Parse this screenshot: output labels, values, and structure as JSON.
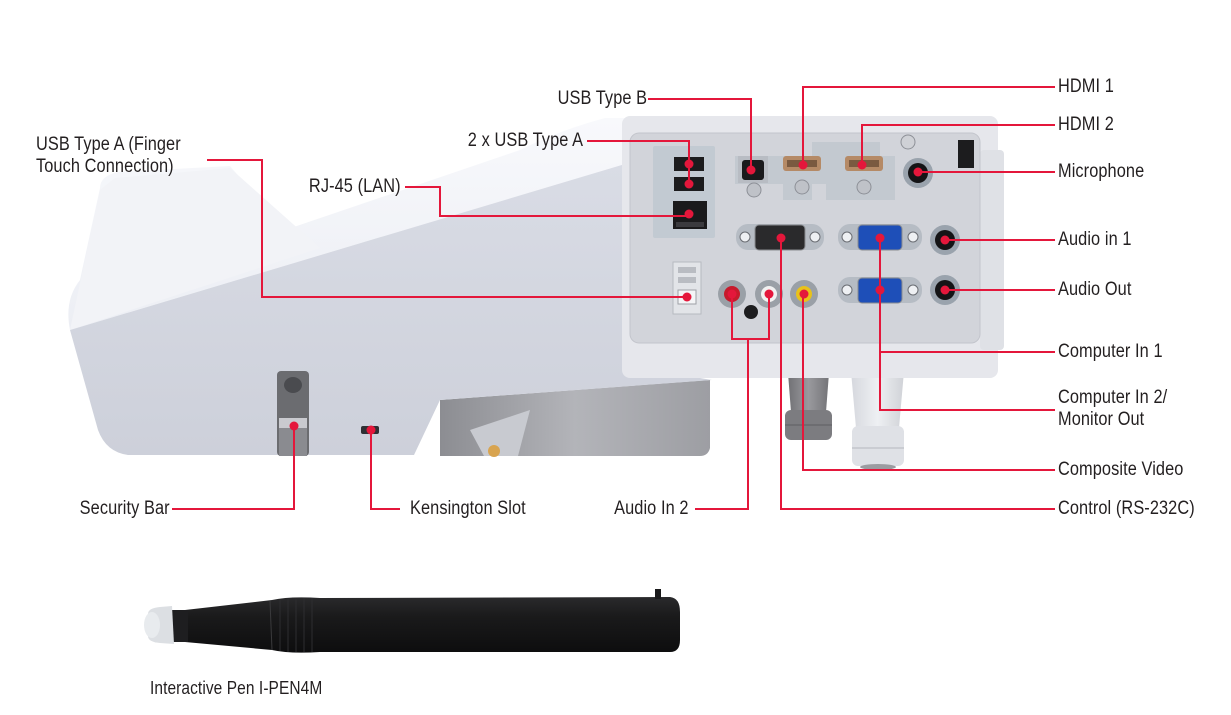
{
  "figure": {
    "title": "Projector rear connectivity panel and accessories",
    "leader_color": "#e4173b",
    "callouts_top_left": {
      "usb_type_b": "USB Type B",
      "usb_type_a_x2": "2 x USB Type A",
      "usb_type_a_finger_line1": "USB Type A (Finger",
      "usb_type_a_finger_line2": "Touch Connection)",
      "rj45_lan": "RJ-45 (LAN)"
    },
    "callouts_right": {
      "hdmi1": "HDMI 1",
      "hdmi2": "HDMI 2",
      "microphone": "Microphone",
      "audio_in_1": "Audio in 1",
      "audio_out": "Audio Out",
      "computer_in_1": "Computer In 1",
      "computer_in_2_line1": "Computer In 2/",
      "computer_in_2_line2": "Monitor Out",
      "composite_video": "Composite Video",
      "control_rs232c": "Control (RS-232C)"
    },
    "callouts_bottom": {
      "security_bar": "Security Bar",
      "kensington_slot": "Kensington Slot",
      "audio_in_2": "Audio In 2"
    },
    "accessory": {
      "pen_caption": "Interactive Pen I-PEN4M"
    }
  }
}
